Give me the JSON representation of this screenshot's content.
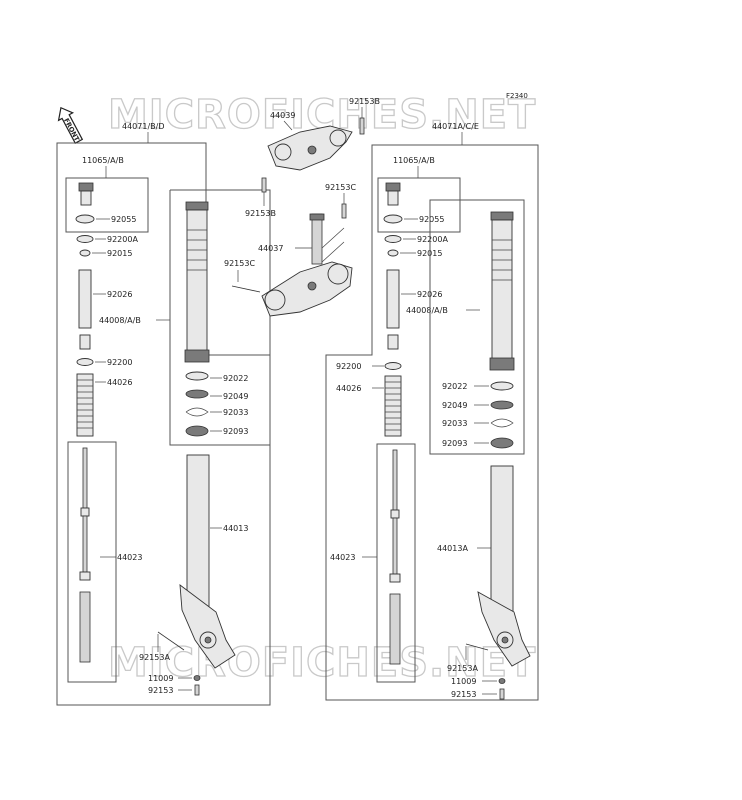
{
  "diagram_code": "F2340",
  "watermark": "MICROFICHES.NET",
  "front_label": "FRONT",
  "left": {
    "assembly": "44071/B/D",
    "cap_group": "11065/A/B",
    "oring": "92055",
    "washer_a": "92200A",
    "nut": "92015",
    "spacer": "92026",
    "tube_group": "44008/A/B",
    "washer": "92200",
    "spring": "44026",
    "cyl": "44023",
    "seal_a": "92022",
    "seal_b": "92049",
    "clip": "92033",
    "seal_c": "92093",
    "outer_tube": "44013",
    "bolt_a": "92153A",
    "plug": "11009",
    "bolt": "92153"
  },
  "right": {
    "assembly": "44071A/C/E",
    "cap_group": "11065/A/B",
    "oring": "92055",
    "washer_a": "92200A",
    "nut": "92015",
    "spacer": "92026",
    "tube_group": "44008/A/B",
    "washer": "92200",
    "spring": "44026",
    "cyl": "44023",
    "seal_a": "92022",
    "seal_b": "92049",
    "clip": "92033",
    "seal_c": "92093",
    "outer_tube": "44013A",
    "bolt_a": "92153A",
    "plug": "11009",
    "bolt": "92153"
  },
  "center": {
    "upper_clamp": "44039",
    "bolt_upper": "92153B",
    "bolt_upper_2": "92153B",
    "bolt_c1": "92153C",
    "stem": "44037",
    "bolt_c2": "92153C"
  }
}
